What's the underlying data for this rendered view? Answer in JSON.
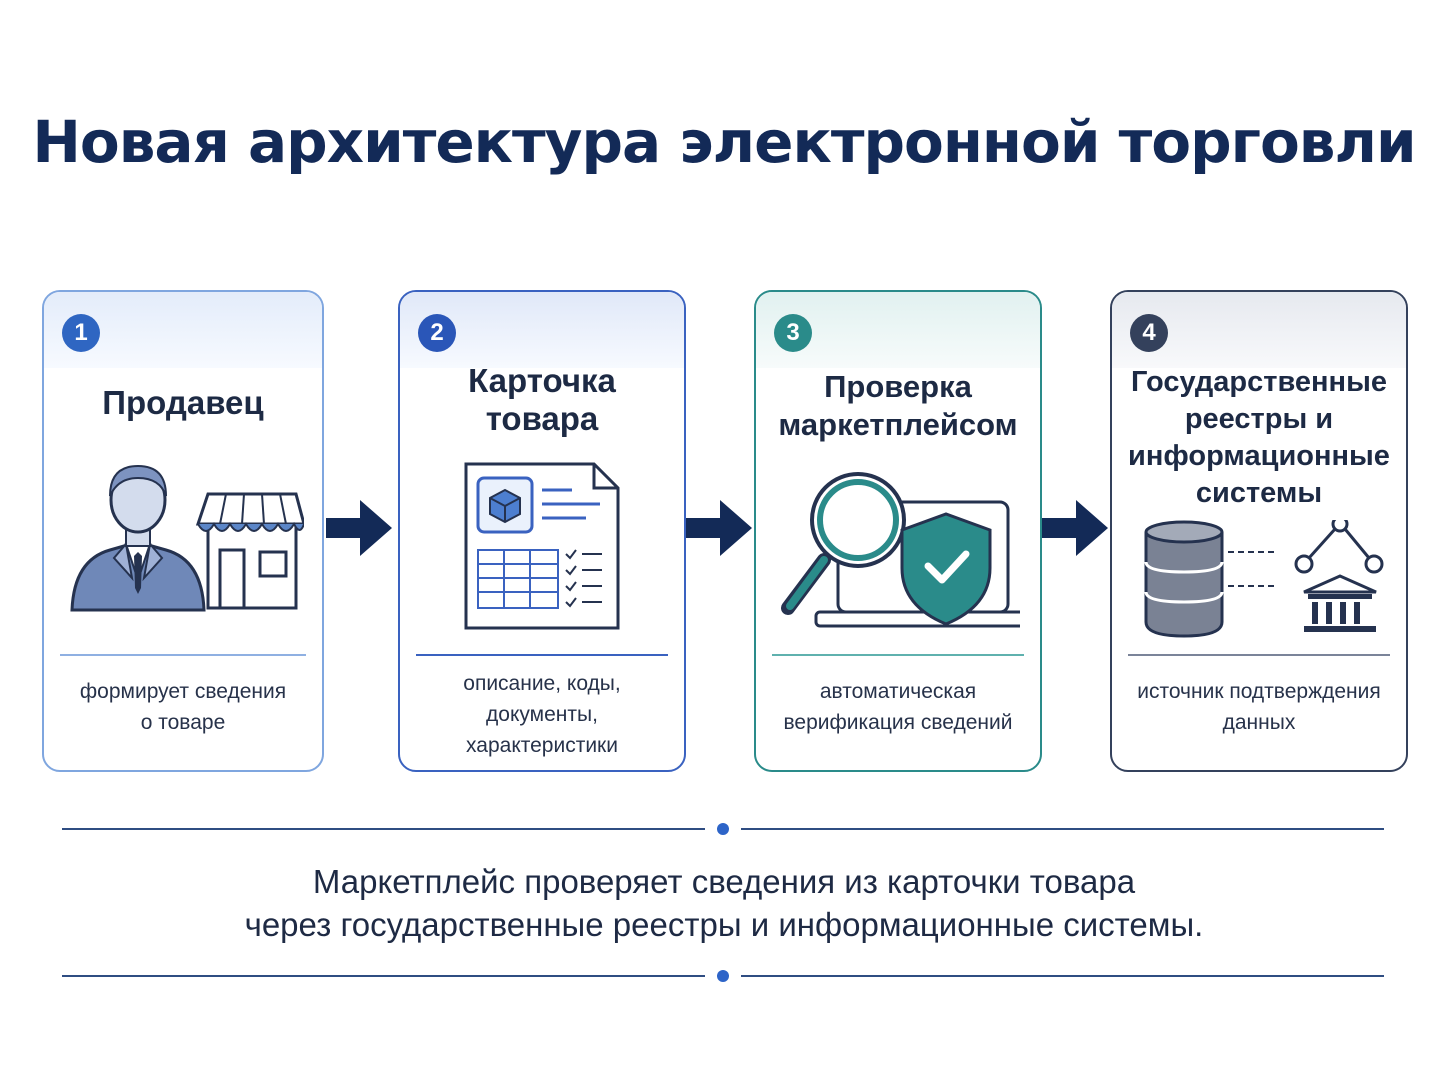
{
  "title": "Новая архитектура электронной торговли",
  "colors": {
    "step1": "#4a7fcf",
    "step2": "#2f56b6",
    "step3": "#2a8b8a",
    "step4": "#34415c",
    "arrow": "#132a57",
    "title": "#132a57"
  },
  "steps": [
    {
      "number": "1",
      "title": "Продавец",
      "description": "формирует сведения\nо товаре",
      "icon": "seller-shop-icon"
    },
    {
      "number": "2",
      "title": "Карточка\nтовара",
      "description": "описание, коды,\nдокументы,\nхарактеристики",
      "icon": "product-card-icon"
    },
    {
      "number": "3",
      "title": "Проверка\nмаркетплейсом",
      "description": "автоматическая\nверификация сведений",
      "icon": "verification-icon"
    },
    {
      "number": "4",
      "title": "Государственные\nреестры и\nинформационные\nсистемы",
      "description": "источник подтверждения\nданных",
      "icon": "registry-database-icon"
    }
  ],
  "footer": "Маркетплейс проверяет сведения из карточки товара\nчерез государственные реестры и информационные системы."
}
